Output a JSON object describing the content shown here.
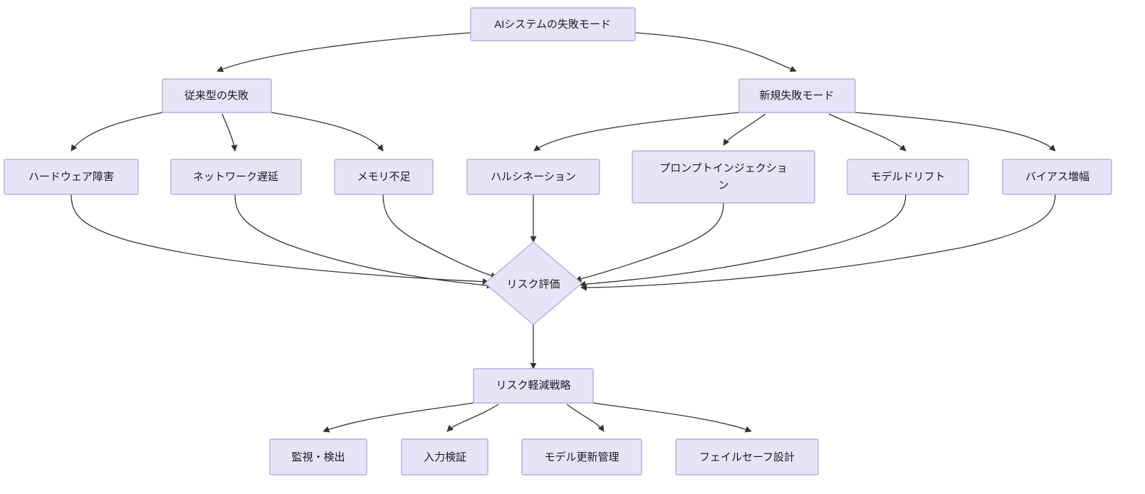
{
  "diagram": {
    "type": "flowchart",
    "title": "AIシステムの失敗モード",
    "direction": "top-down",
    "theme": {
      "node_fill": "#e7e4f7",
      "node_stroke": "#b7acdb",
      "edge_stroke": "#333333",
      "label_color": "#1b1b20",
      "background": "#ffffff"
    },
    "nodes": {
      "root": {
        "id": "root",
        "label": "AIシステムの失敗モード",
        "shape": "rect"
      },
      "traditional": {
        "id": "traditional",
        "label": "従来型の失敗",
        "shape": "rect"
      },
      "novel": {
        "id": "novel",
        "label": "新規失敗モード",
        "shape": "rect"
      },
      "hardware": {
        "id": "hardware",
        "label": "ハードウェア障害",
        "shape": "rect"
      },
      "network": {
        "id": "network",
        "label": "ネットワーク遅延",
        "shape": "rect"
      },
      "memory": {
        "id": "memory",
        "label": "メモリ不足",
        "shape": "rect"
      },
      "hallucination": {
        "id": "hallucination",
        "label": "ハルシネーション",
        "shape": "rect"
      },
      "prompt_injection": {
        "id": "prompt_injection",
        "label": "プロンプトインジェクション",
        "label_line1": "プロンプトインジェクショ",
        "label_line2": "ン",
        "shape": "rect"
      },
      "model_drift": {
        "id": "model_drift",
        "label": "モデルドリフト",
        "shape": "rect"
      },
      "bias_amp": {
        "id": "bias_amp",
        "label": "バイアス増幅",
        "shape": "rect"
      },
      "risk_assessment": {
        "id": "risk_assessment",
        "label": "リスク評価",
        "shape": "diamond"
      },
      "mitigation": {
        "id": "mitigation",
        "label": "リスク軽減戦略",
        "shape": "rect"
      },
      "monitoring": {
        "id": "monitoring",
        "label": "監視・検出",
        "shape": "rect"
      },
      "input_validation": {
        "id": "input_validation",
        "label": "入力検証",
        "shape": "rect"
      },
      "update_mgmt": {
        "id": "update_mgmt",
        "label": "モデル更新管理",
        "shape": "rect"
      },
      "failsafe": {
        "id": "failsafe",
        "label": "フェイルセーフ設計",
        "shape": "rect"
      }
    },
    "edges": [
      {
        "from": "root",
        "to": "traditional"
      },
      {
        "from": "root",
        "to": "novel"
      },
      {
        "from": "traditional",
        "to": "hardware"
      },
      {
        "from": "traditional",
        "to": "network"
      },
      {
        "from": "traditional",
        "to": "memory"
      },
      {
        "from": "novel",
        "to": "hallucination"
      },
      {
        "from": "novel",
        "to": "prompt_injection"
      },
      {
        "from": "novel",
        "to": "model_drift"
      },
      {
        "from": "novel",
        "to": "bias_amp"
      },
      {
        "from": "hardware",
        "to": "risk_assessment"
      },
      {
        "from": "network",
        "to": "risk_assessment"
      },
      {
        "from": "memory",
        "to": "risk_assessment"
      },
      {
        "from": "hallucination",
        "to": "risk_assessment"
      },
      {
        "from": "prompt_injection",
        "to": "risk_assessment"
      },
      {
        "from": "model_drift",
        "to": "risk_assessment"
      },
      {
        "from": "bias_amp",
        "to": "risk_assessment"
      },
      {
        "from": "risk_assessment",
        "to": "mitigation"
      },
      {
        "from": "mitigation",
        "to": "monitoring"
      },
      {
        "from": "mitigation",
        "to": "input_validation"
      },
      {
        "from": "mitigation",
        "to": "update_mgmt"
      },
      {
        "from": "mitigation",
        "to": "failsafe"
      }
    ]
  }
}
